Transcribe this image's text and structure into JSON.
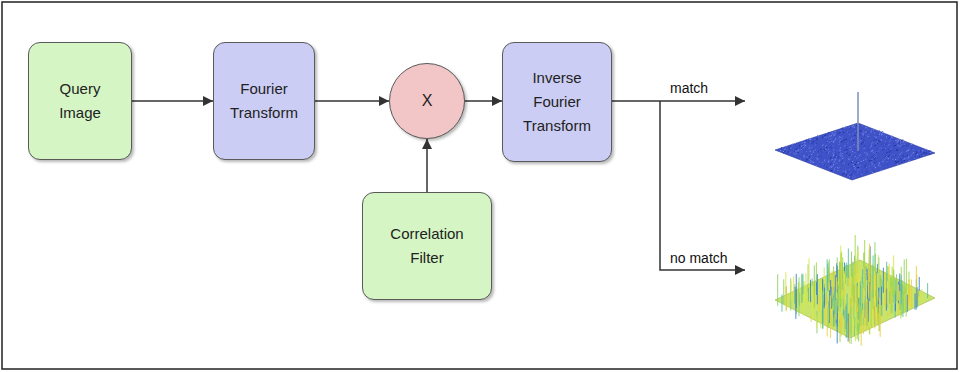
{
  "diagram": {
    "nodes": [
      {
        "text": [
          "Query Image"
        ]
      },
      {
        "text": [
          "Fourier Transform"
        ]
      },
      {
        "text": [
          "X"
        ]
      },
      {
        "text": [
          "Correlation Filter"
        ]
      },
      {
        "text": [
          "Inverse Fourier Transform"
        ]
      }
    ],
    "edges": [
      {
        "from": 0,
        "to": 1,
        "arrow": "to"
      },
      {
        "from": 1,
        "to": 2,
        "arrow": "to"
      },
      {
        "from": 3,
        "to": 2,
        "arrow": "to"
      },
      {
        "from": 2,
        "to": 4,
        "arrow": "to"
      }
    ],
    "labels": [
      "match",
      "no match"
    ]
  }
}
